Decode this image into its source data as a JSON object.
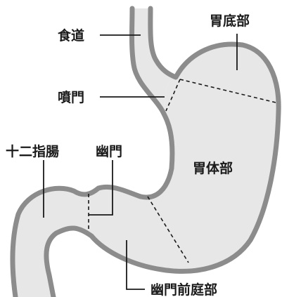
{
  "labels": {
    "esophagus": "食道",
    "fundus": "胃底部",
    "cardia": "噴門",
    "duodenum": "十二指腸",
    "pylorus": "幽門",
    "body": "胃体部",
    "pyloric_antrum": "幽門前庭部"
  },
  "colors": {
    "organ_fill": "#e7e7e7",
    "organ_outline": "#8c8c8c",
    "text": "#1a1a1a"
  }
}
